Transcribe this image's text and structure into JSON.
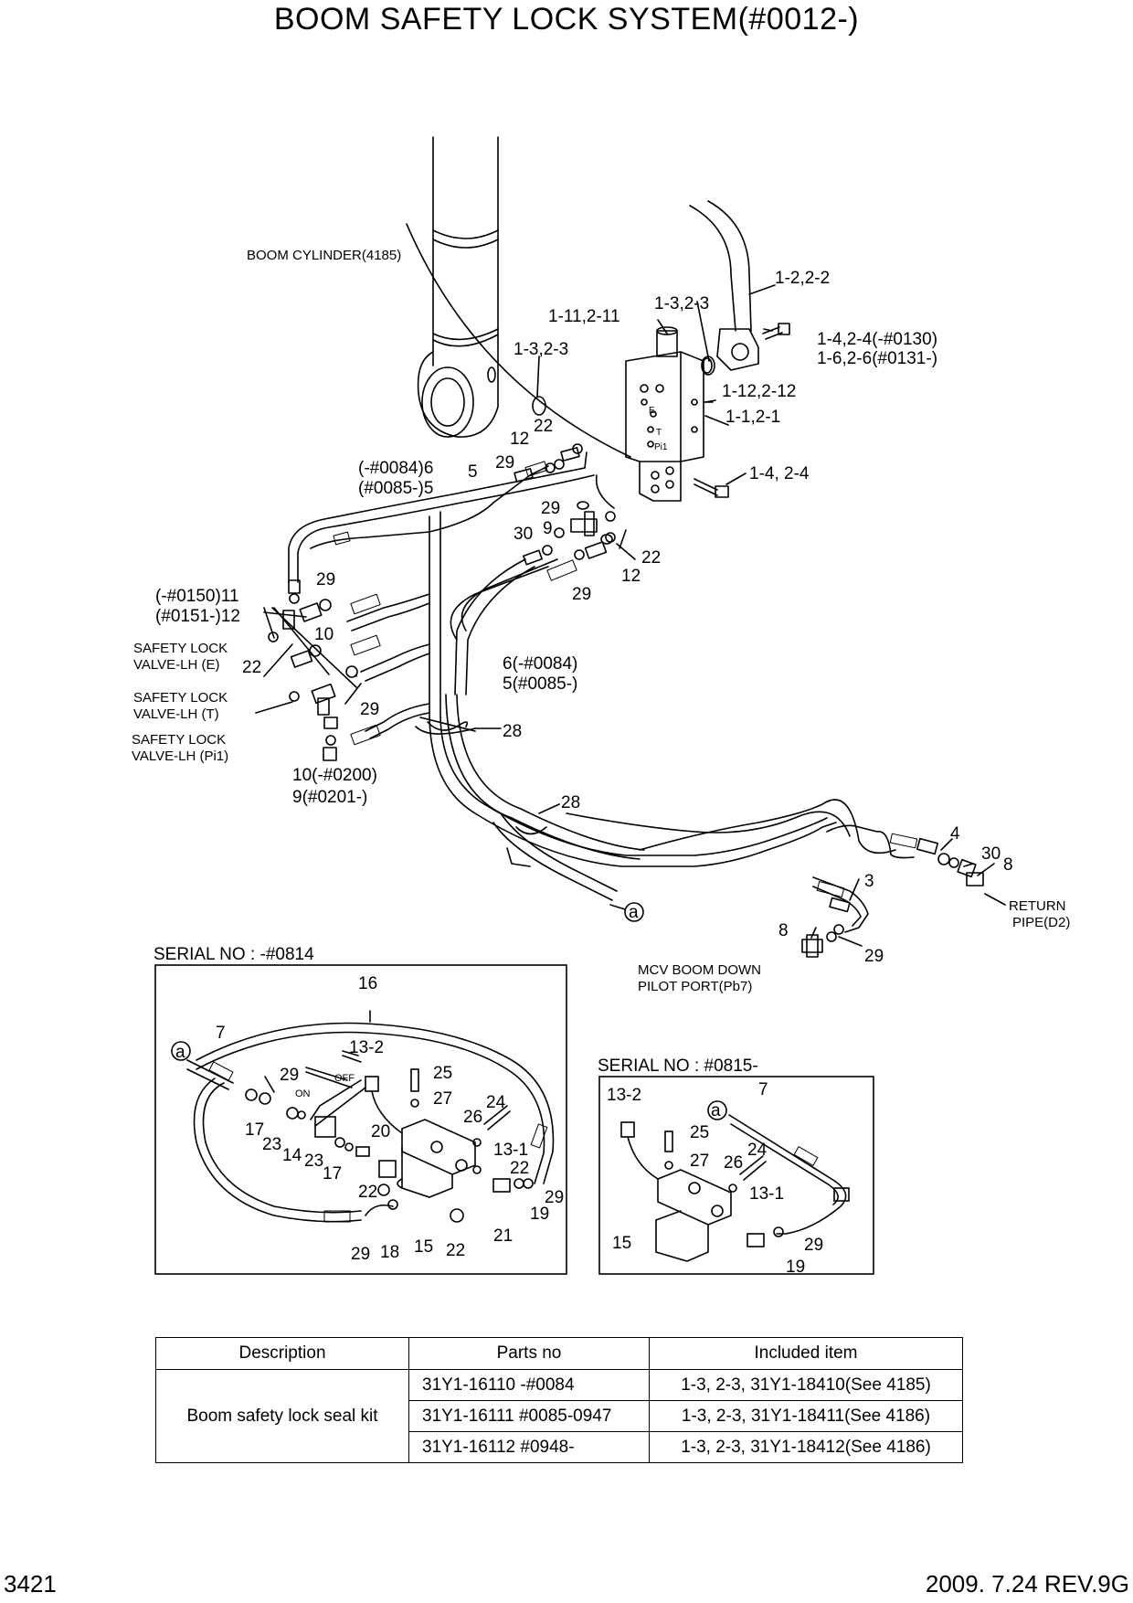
{
  "title": "BOOM SAFETY LOCK SYSTEM(#0012-)",
  "labels": {
    "boom_cylinder": "BOOM CYLINDER(4185)",
    "l_12_22": "1-2,2-2",
    "l_13_23_top": "1-3,2-3",
    "l_111_211": "1-11,2-11",
    "l_14_24_0130": "1-4,2-4(-#0130)",
    "l_16_26_0131": "1-6,2-6(#0131-)",
    "l_13_23_left": "1-3,2-3",
    "l_112_212": "1-12,2-12",
    "l_11_21": "1-1,2-1",
    "l_14_24": "1-4, 2-4",
    "l_22_a": "22",
    "l_12_a": "12",
    "l_29_a": "29",
    "l_5_a": "5",
    "l_0084_6": "(-#0084)6",
    "l_0085_5": "(#0085-)5",
    "l_29_b": "29",
    "l_9_a": "9",
    "l_30_a": "30",
    "l_22_b": "22",
    "l_12_b": "12",
    "l_29_c": "29",
    "l_29_d": "29",
    "l_10_a": "10",
    "l_0150_11": "(-#0150)11",
    "l_0151_12": "(#0151-)12",
    "safety_e_1": "SAFETY LOCK",
    "safety_e_2": "VALVE-LH (E)",
    "l_22_c": "22",
    "safety_t_1": "SAFETY LOCK",
    "safety_t_2": "VALVE-LH (T)",
    "l_29_e": "29",
    "safety_p_1": "SAFETY LOCK",
    "safety_p_2": "VALVE-LH (Pi1)",
    "l_6_0084": "6(-#0084)",
    "l_5_0085": "5(#0085-)",
    "l_28_a": "28",
    "l_10_0200": "10(-#0200)",
    "l_9_0201": "9(#0201-)",
    "l_28_b": "28",
    "l_4": "4",
    "l_30_b": "30",
    "l_8_a": "8",
    "return_1": "RETURN",
    "return_2": "PIPE(D2)",
    "l_3": "3",
    "l_a_main": "a",
    "l_8_b": "8",
    "l_29_f": "29",
    "mcv_1": "MCV BOOM DOWN",
    "mcv_2": "PILOT PORT(Pb7)",
    "serial_1": "SERIAL NO : -#0814",
    "serial_2": "SERIAL NO : #0815-",
    "b1_16": "16",
    "b1_a": "a",
    "b1_7": "7",
    "b1_13_2": "13-2",
    "b1_29_a": "29",
    "b1_off": "OFF",
    "b1_on": "ON",
    "b1_25": "25",
    "b1_27": "27",
    "b1_26": "26",
    "b1_24": "24",
    "b1_17_a": "17",
    "b1_23_a": "23",
    "b1_14": "14",
    "b1_23_b": "23",
    "b1_20": "20",
    "b1_13_1": "13-1",
    "b1_17_b": "17",
    "b1_22_a": "22",
    "b1_22_b": "22",
    "b1_29_b": "29",
    "b1_19": "19",
    "b1_29_c": "29",
    "b1_18": "18",
    "b1_15": "15",
    "b1_22_c": "22",
    "b1_21": "21",
    "b2_13_2": "13-2",
    "b2_a": "a",
    "b2_7": "7",
    "b2_25": "25",
    "b2_27": "27",
    "b2_26": "26",
    "b2_24": "24",
    "b2_13_1": "13-1",
    "b2_15": "15",
    "b2_29": "29",
    "b2_19": "19"
  },
  "table": {
    "headers": [
      "Description",
      "Parts no",
      "Included item"
    ],
    "description": "Boom safety lock seal kit",
    "rows": [
      {
        "parts_no": "31Y1-16110  -#0084",
        "included": "1-3, 2-3, 31Y1-18410(See 4185)"
      },
      {
        "parts_no": "31Y1-16111  #0085-0947",
        "included": "1-3, 2-3, 31Y1-18411(See 4186)"
      },
      {
        "parts_no": "31Y1-16112  #0948-",
        "included": "1-3, 2-3, 31Y1-18412(See 4186)"
      }
    ]
  },
  "footer": {
    "page": "3421",
    "revision": "2009. 7.24  REV.9G"
  }
}
